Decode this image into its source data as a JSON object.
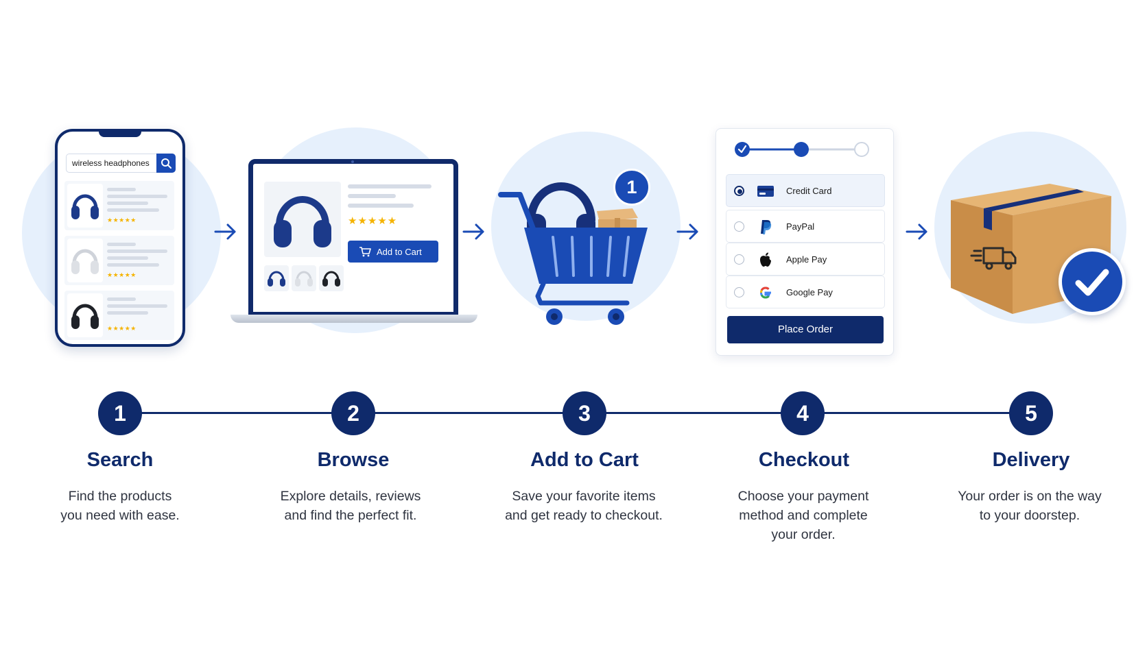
{
  "phone": {
    "search_value": "wireless headphones",
    "products": [
      {
        "rating": "★★★★★"
      },
      {
        "rating": "★★★★★"
      },
      {
        "rating": "★★★★★"
      }
    ]
  },
  "laptop": {
    "rating": "★★★★★",
    "add_to_cart_label": "Add to Cart"
  },
  "cart": {
    "badge_count": "1"
  },
  "checkout": {
    "payment_methods": [
      {
        "label": "Credit Card",
        "icon": "credit-card-icon",
        "selected": true
      },
      {
        "label": "PayPal",
        "icon": "paypal-icon",
        "selected": false
      },
      {
        "label": "Apple Pay",
        "icon": "apple-icon",
        "selected": false
      },
      {
        "label": "Google Pay",
        "icon": "google-icon",
        "selected": false
      }
    ],
    "place_order_label": "Place Order"
  },
  "steps": [
    {
      "number": "1",
      "title": "Search",
      "desc_lines": [
        "Find the products",
        "you need with ease."
      ]
    },
    {
      "number": "2",
      "title": "Browse",
      "desc_lines": [
        "Explore details, reviews",
        "and find the perfect fit."
      ]
    },
    {
      "number": "3",
      "title": "Add to Cart",
      "desc_lines": [
        "Save your favorite items",
        "and get ready to checkout."
      ]
    },
    {
      "number": "4",
      "title": "Checkout",
      "desc_lines": [
        "Choose your payment",
        "method and complete",
        "your order."
      ]
    },
    {
      "number": "5",
      "title": "Delivery",
      "desc_lines": [
        "Your order is on the way",
        "to your doorstep."
      ]
    }
  ],
  "colors": {
    "navy": "#0f2a6b",
    "blue": "#1a4bb5",
    "light_blue_bg": "#e6f0fc",
    "star": "#f5b300"
  }
}
